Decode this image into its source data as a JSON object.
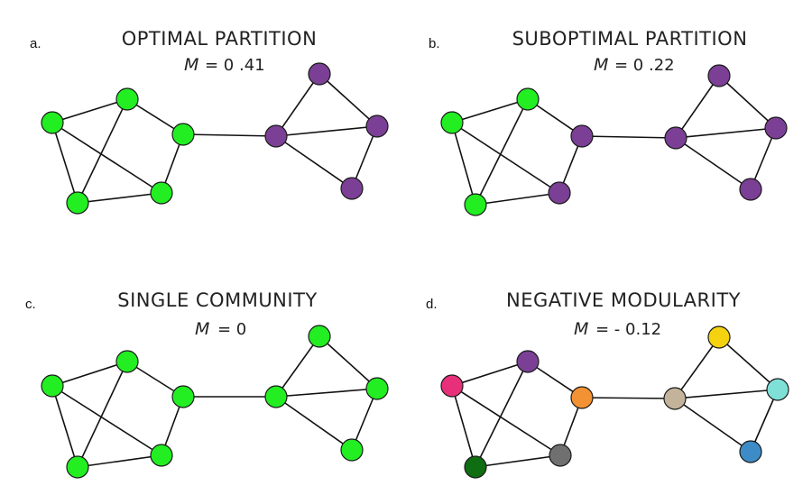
{
  "panels": [
    {
      "letter": "a.",
      "title": "OPTIMAL PARTITION",
      "modularity_symbol": "M",
      "modularity_value": "= 0 .41",
      "node_colors": [
        "#22ee22",
        "#22ee22",
        "#22ee22",
        "#22ee22",
        "#22ee22",
        "#7b3f96",
        "#7b3f96",
        "#7b3f96",
        "#7b3f96"
      ]
    },
    {
      "letter": "b.",
      "title": "SUBOPTIMAL PARTITION",
      "modularity_symbol": "M",
      "modularity_value": "= 0 .22",
      "node_colors": [
        "#22ee22",
        "#22ee22",
        "#7b3f96",
        "#22ee22",
        "#7b3f96",
        "#7b3f96",
        "#7b3f96",
        "#7b3f96",
        "#7b3f96"
      ]
    },
    {
      "letter": "c.",
      "title": "SINGLE COMMUNITY",
      "modularity_symbol": "M",
      "modularity_value": "= 0",
      "node_colors": [
        "#22ee22",
        "#22ee22",
        "#22ee22",
        "#22ee22",
        "#22ee22",
        "#22ee22",
        "#22ee22",
        "#22ee22",
        "#22ee22"
      ]
    },
    {
      "letter": "d.",
      "title": "NEGATIVE MODULARITY",
      "modularity_symbol": "M",
      "modularity_value": "= - 0.12",
      "node_colors": [
        "#e8307a",
        "#7b3f96",
        "#f39233",
        "#0f6e12",
        "#707070",
        "#c2b39a",
        "#f5d20f",
        "#7fe0d8",
        "#3d8cc7"
      ]
    }
  ],
  "graph": {
    "nodes": [
      "n0",
      "n1",
      "n2",
      "n3",
      "n4",
      "n5",
      "n6",
      "n7",
      "n8"
    ],
    "edges": [
      [
        0,
        1
      ],
      [
        0,
        3
      ],
      [
        0,
        4
      ],
      [
        1,
        3
      ],
      [
        2,
        4
      ],
      [
        3,
        4
      ],
      [
        1,
        2
      ],
      [
        2,
        5
      ],
      [
        5,
        6
      ],
      [
        5,
        7
      ],
      [
        5,
        8
      ],
      [
        6,
        7
      ],
      [
        7,
        8
      ]
    ]
  }
}
